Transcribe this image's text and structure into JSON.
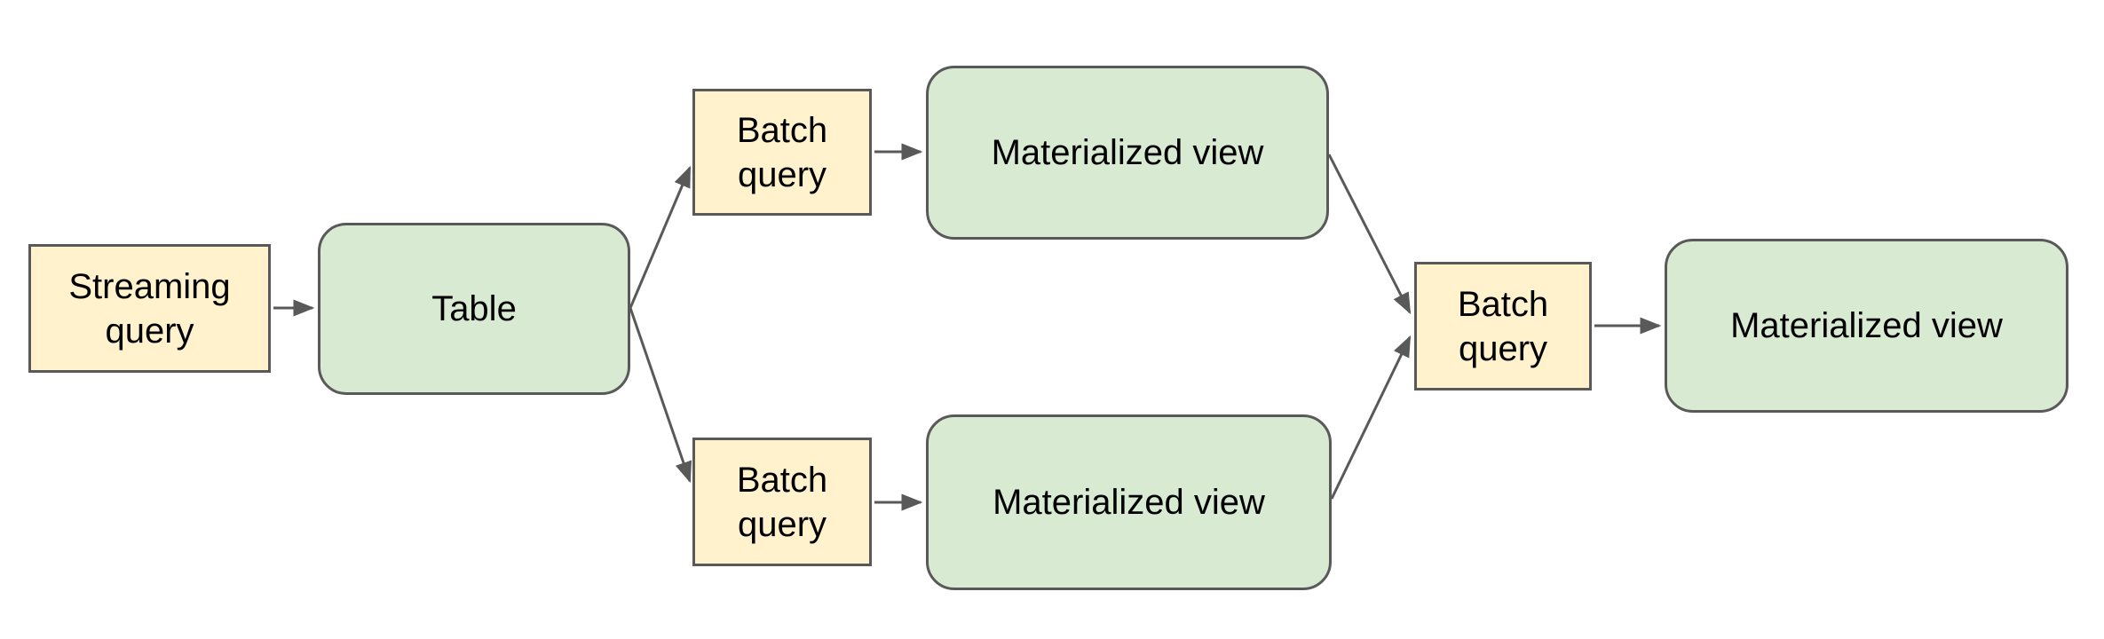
{
  "diagram": {
    "type": "dataflow-diagram",
    "nodes": {
      "streaming_query": {
        "label": "Streaming query",
        "shape": "rectangle",
        "fill": "#fff2cc"
      },
      "table": {
        "label": "Table",
        "shape": "rounded-rectangle",
        "fill": "#d9ead3"
      },
      "batch_query_top": {
        "label": "Batch query",
        "shape": "rectangle",
        "fill": "#fff2cc"
      },
      "materialized_view_top": {
        "label": "Materialized view",
        "shape": "rounded-rectangle",
        "fill": "#d9ead3"
      },
      "batch_query_bottom": {
        "label": "Batch query",
        "shape": "rectangle",
        "fill": "#fff2cc"
      },
      "materialized_view_bottom": {
        "label": "Materialized view",
        "shape": "rounded-rectangle",
        "fill": "#d9ead3"
      },
      "batch_query_merge": {
        "label": "Batch query",
        "shape": "rectangle",
        "fill": "#fff2cc"
      },
      "materialized_view_final": {
        "label": "Materialized view",
        "shape": "rounded-rectangle",
        "fill": "#d9ead3"
      }
    },
    "edges": [
      {
        "from": "streaming_query",
        "to": "table"
      },
      {
        "from": "table",
        "to": "batch_query_top"
      },
      {
        "from": "table",
        "to": "batch_query_bottom"
      },
      {
        "from": "batch_query_top",
        "to": "materialized_view_top"
      },
      {
        "from": "batch_query_bottom",
        "to": "materialized_view_bottom"
      },
      {
        "from": "materialized_view_top",
        "to": "batch_query_merge"
      },
      {
        "from": "materialized_view_bottom",
        "to": "batch_query_merge"
      },
      {
        "from": "batch_query_merge",
        "to": "materialized_view_final"
      }
    ],
    "colors": {
      "query_node_fill": "#fff2cc",
      "store_node_fill": "#d9ead3",
      "node_border": "#595959",
      "arrow": "#595959",
      "text": "#000000",
      "background": "#ffffff"
    }
  }
}
